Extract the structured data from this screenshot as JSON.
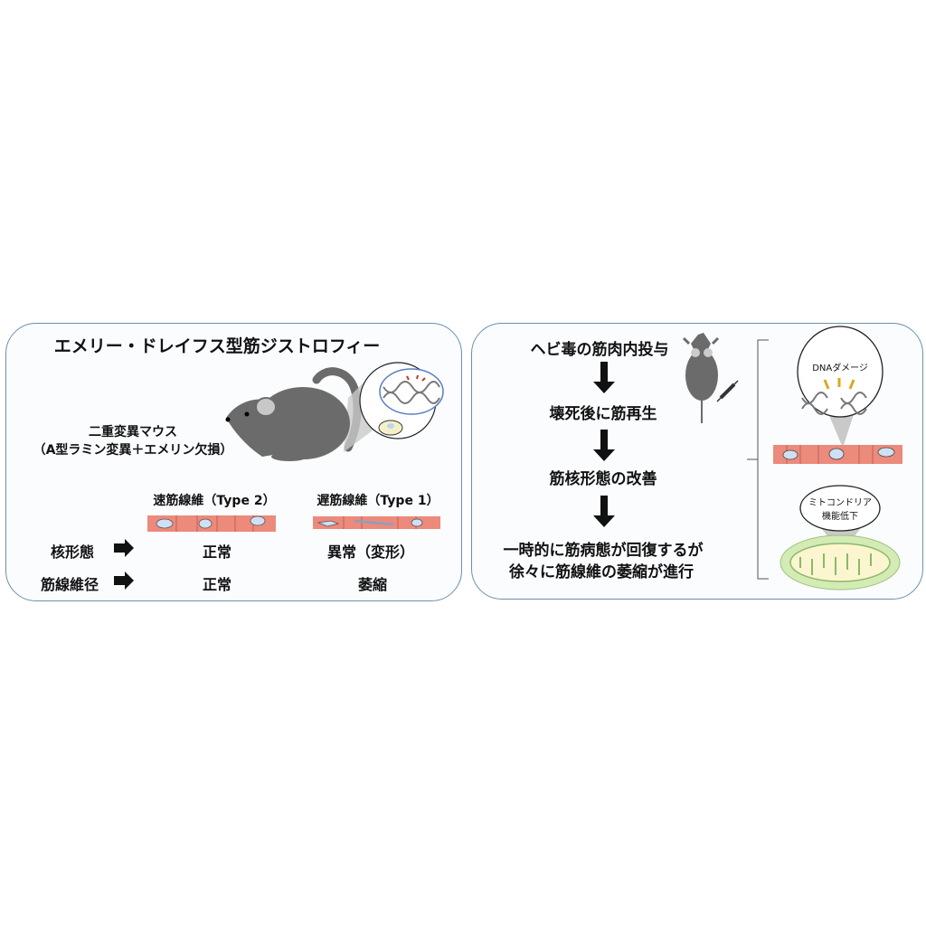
{
  "left_panel": {
    "title": "エメリー・ドレイフス型筋ジストロフィー",
    "mouse_label_line1": "二重変異マウス",
    "mouse_label_line2": "（A型ラミン変異＋エメリン欠損）",
    "fast_fiber_label": "速筋線維（Type 2）",
    "slow_fiber_label": "遅筋線維（Type 1）",
    "rows": [
      {
        "label": "核形態",
        "fast": "正常",
        "slow": "異常（変形）"
      },
      {
        "label": "筋線維径",
        "fast": "正常",
        "slow": "萎縮"
      }
    ]
  },
  "right_panel": {
    "steps": [
      "ヘビ毒の筋肉内投与",
      "壊死後に筋再生",
      "筋核形態の改善"
    ],
    "result_line1": "一時的に筋病態が回復するが",
    "result_line2": "徐々に筋線維の萎縮が進行",
    "dna_bubble": "DNAダメージ",
    "mito_bubble_line1": "ミトコンドリア",
    "mito_bubble_line2": "機能低下"
  },
  "colors": {
    "border": "#6d90ae",
    "fiber": "#ec8a7c",
    "mouse": "#6b6b6b",
    "mito": "#c9e6a6"
  }
}
